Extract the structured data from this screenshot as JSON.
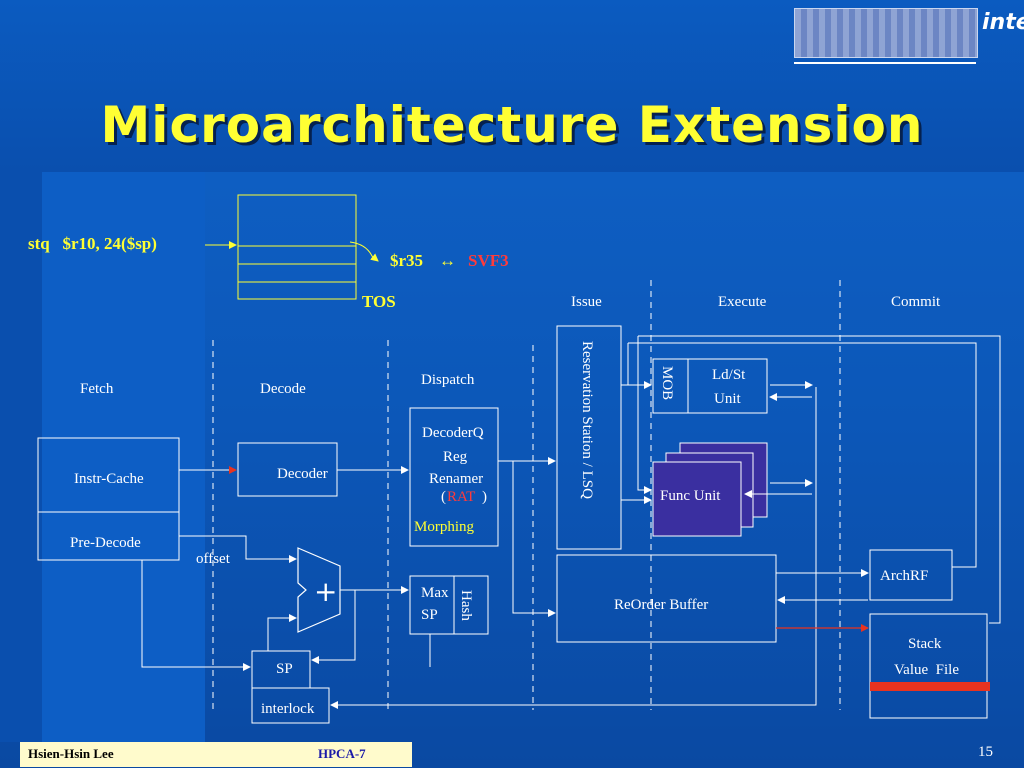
{
  "title": "Microarchitecture Extension",
  "logo": {
    "brand": "intel"
  },
  "instruction": {
    "text": "stq   $r10, 24($sp)"
  },
  "mapping": {
    "register": "$r35",
    "arrow": "↔",
    "target": "SVF3",
    "tos_label": "TOS"
  },
  "stages": {
    "fetch": "Fetch",
    "decode": "Decode",
    "dispatch": "Dispatch",
    "issue": "Issue",
    "execute": "Execute",
    "commit": "Commit"
  },
  "blocks": {
    "instr_cache": "Instr-Cache",
    "pre_decode": "Pre-Decode",
    "decoder": "Decoder",
    "decoderq": "DecoderQ",
    "reg": "Reg",
    "renamer": "Renamer",
    "rat_open": "(",
    "rat": "RAT",
    "rat_close": ")",
    "morphing": "Morphing",
    "offset": "offset",
    "adder": "+",
    "sp": "SP",
    "interlock": "interlock",
    "max": "Max",
    "max_sp": "SP",
    "hash": "Hash",
    "reservation_station": "Reservation Station / LSQ",
    "mob": "MOB",
    "ldst_1": "Ld/St",
    "ldst_2": "Unit",
    "func_unit": "Func Unit",
    "reorder_buffer": "ReOrder Buffer",
    "archrf": "ArchRF",
    "stack_1": "Stack",
    "stack_2": "Value  File"
  },
  "colors": {
    "background": "#0c57b8",
    "title": "#ffff33",
    "accent_red": "#ff3b3b",
    "func_unit": "#3a2fa0",
    "stack_bar": "#e8331f"
  },
  "footer": {
    "author": "Hsien-Hsin Lee",
    "course": "HPCA-7",
    "page": "15"
  }
}
